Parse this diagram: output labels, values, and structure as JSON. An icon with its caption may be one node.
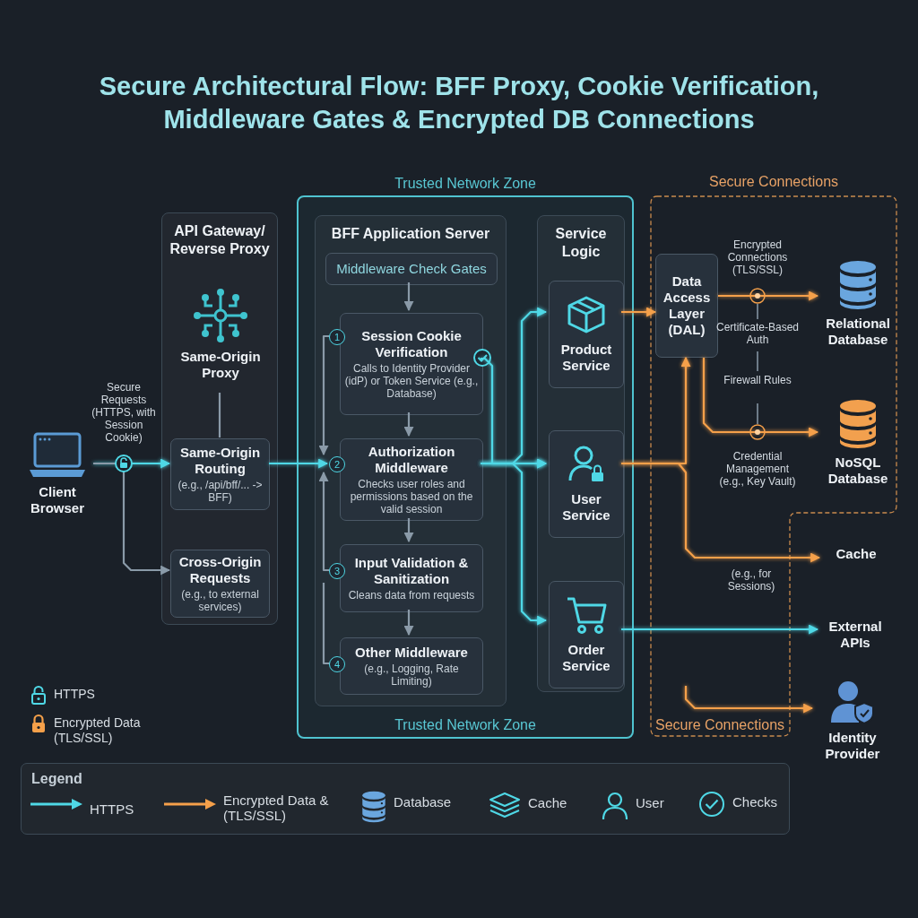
{
  "diagram": {
    "title": "Secure Architectural Flow: BFF Proxy, Cookie Verification, Middleware Gates & Encrypted DB Connections",
    "nodes": [
      {
        "text": [
          "Client Browser"
        ]
      },
      {
        "text": [
          "API Gateway/ Reverse Proxy"
        ]
      },
      {
        "text": [
          "Same-Origin Proxy"
        ],
        "in": 1
      },
      {
        "text": [
          "Same-Origin Routing",
          "(e.g., /api/bff/... -> BFF)"
        ],
        "in": 1
      },
      {
        "text": [
          "Cross-Origin Requests",
          "(e.g., to external services)"
        ],
        "in": 1
      },
      {
        "text": [
          "Trusted Network Zone",
          "Trusted Network Zone"
        ]
      },
      {
        "text": [
          "BFF Application Server"
        ],
        "in": 5
      },
      {
        "text": [
          "Middleware Check Gates"
        ],
        "in": 6
      },
      {
        "text": [
          "Session Cookie Verification",
          "Calls to Identity Provider (idP) or Token Service (e.g., Database)"
        ],
        "in": 6
      },
      {
        "text": [
          "Authorization Middleware",
          "Checks user roles and permissions based on the valid session"
        ],
        "in": 6
      },
      {
        "text": [
          "Input Validation & Sanitization",
          "Cleans data from requests"
        ],
        "in": 6
      },
      {
        "text": [
          "Other Middleware",
          "(e.g., Logging, Rate Limiting)"
        ],
        "in": 6
      },
      {
        "text": [
          "Service Logic"
        ],
        "in": 5
      },
      {
        "text": [
          "Product Service"
        ],
        "in": 12
      },
      {
        "text": [
          "User Service"
        ],
        "in": 12
      },
      {
        "text": [
          "Order Service"
        ],
        "in": 12
      },
      {
        "text": [
          "Secure Connections",
          "Secure Connections"
        ]
      },
      {
        "text": [
          "Data Access Layer (DAL)"
        ],
        "in": 16
      },
      {
        "text": [
          "Relational Database"
        ],
        "in": 16
      },
      {
        "text": [
          "NoSQL Database"
        ],
        "in": 16
      },
      {
        "text": [
          "Cache"
        ]
      },
      {
        "text": [
          "External APIs"
        ]
      },
      {
        "text": [
          "Identity Provider"
        ]
      }
    ],
    "edges": [
      {
        "from": 0,
        "to": 3,
        "arrow": "to",
        "label": "Secure Requests (HTTPS, with Session Cookie)",
        "color": "#4fd8e6"
      },
      {
        "from": 0,
        "to": 4,
        "arrow": "to"
      },
      {
        "from": 2,
        "to": 3,
        "arrow": "none"
      },
      {
        "from": 3,
        "to": 9,
        "arrow": "to",
        "color": "#4fd8e6"
      },
      {
        "from": 7,
        "to": 8,
        "arrow": "to"
      },
      {
        "from": 8,
        "to": 9,
        "arrow": "to"
      },
      {
        "from": 9,
        "to": 10,
        "arrow": "to"
      },
      {
        "from": 10,
        "to": 11,
        "arrow": "to"
      },
      {
        "from": 8,
        "to": 9,
        "arrow": "to"
      },
      {
        "from": 10,
        "to": 9,
        "arrow": "to"
      },
      {
        "from": 11,
        "to": 10,
        "arrow": "none"
      },
      {
        "from": 9,
        "to": 13,
        "arrow": "to",
        "color": "#4fd8e6"
      },
      {
        "from": 9,
        "to": 14,
        "arrow": "to",
        "color": "#4fd8e6"
      },
      {
        "from": 9,
        "to": 15,
        "arrow": "to",
        "color": "#4fd8e6"
      },
      {
        "from": 8,
        "to": 14,
        "arrow": "to",
        "color": "#4fd8e6"
      },
      {
        "from": 13,
        "to": 17,
        "arrow": "to",
        "color": "#f5a04a"
      },
      {
        "from": 14,
        "to": 17,
        "arrow": "to",
        "color": "#f5a04a"
      },
      {
        "from": 14,
        "to": 20,
        "arrow": "to",
        "label": "(e.g., for Sessions)",
        "color": "#f5a04a"
      },
      {
        "from": 17,
        "to": 18,
        "arrow": "to",
        "color": "#f5a04a"
      },
      {
        "from": 17,
        "to": 19,
        "arrow": "to",
        "color": "#f5a04a"
      },
      {
        "from": 15,
        "to": 21,
        "arrow": "to",
        "color": "#4fd8e6"
      },
      {
        "from": null,
        "to": 22,
        "arrow": "to",
        "color": "#f5a04a"
      }
    ],
    "labels": [
      "1",
      "2",
      "3",
      "4",
      "Encrypted Connections (TLS/SSL)",
      "Certificate-Based Auth",
      "Firewall Rules",
      "Credential Management (e.g., Key Vault)",
      "Legend"
    ],
    "legend": [
      {
        "text": "HTTPS"
      },
      {
        "text": "Encrypted Data (TLS/SSL)"
      },
      {
        "text": "HTTPS"
      },
      {
        "text": "Encrypted Data & (TLS/SSL)"
      },
      {
        "text": "Database"
      },
      {
        "text": "Cache"
      },
      {
        "text": "User"
      },
      {
        "text": "Checks"
      }
    ]
  }
}
